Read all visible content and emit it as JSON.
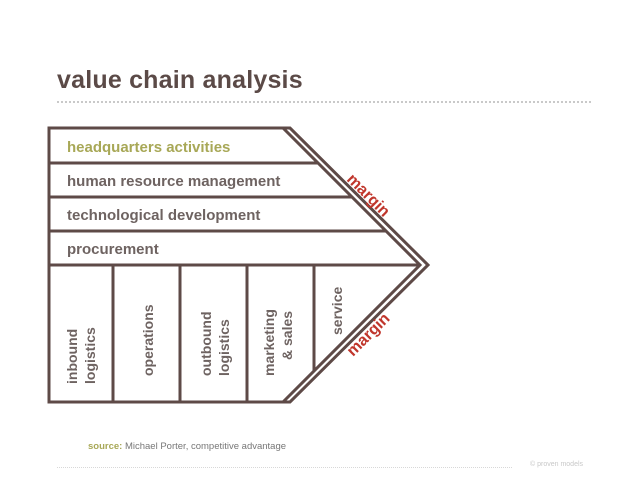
{
  "title": "value chain analysis",
  "diagram": {
    "support_activities": [
      {
        "label": "headquarters activities"
      },
      {
        "label": "human resource management"
      },
      {
        "label": "technological development"
      },
      {
        "label": "procurement"
      }
    ],
    "primary_activities": [
      {
        "lines": [
          "inbound",
          "logistics"
        ]
      },
      {
        "lines": [
          "operations"
        ]
      },
      {
        "lines": [
          "outbound",
          "logistics"
        ]
      },
      {
        "lines": [
          "marketing",
          "& sales"
        ]
      },
      {
        "lines": [
          "service"
        ]
      }
    ],
    "margin_label": "margin"
  },
  "source": {
    "label": "source:",
    "text": "Michael Porter, competitive advantage"
  },
  "copyright": "© proven models",
  "colors": {
    "border": "#5e4a47",
    "title": "#5b4a47",
    "headquarters": "#a8a857",
    "margin": "#c0362c",
    "text": "#6e6361"
  }
}
